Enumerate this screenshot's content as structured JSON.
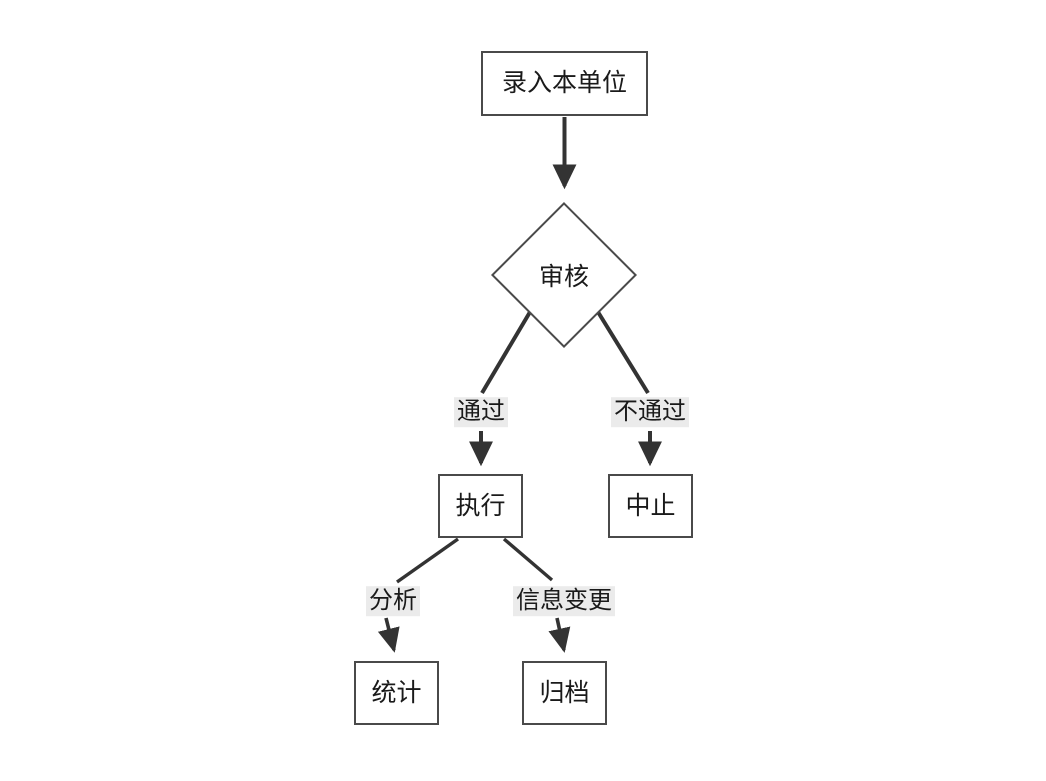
{
  "diagram": {
    "type": "flowchart",
    "direction": "top-down",
    "background_color": "#ffffff",
    "node_border_color": "#4a4a4a",
    "edge_color": "#333333",
    "edge_label_background": "#ebebeb",
    "text_color": "#1a1a1a",
    "nodes": [
      {
        "id": "entry",
        "label": "录入本单位",
        "shape": "rectangle"
      },
      {
        "id": "review",
        "label": "审核",
        "shape": "diamond"
      },
      {
        "id": "execute",
        "label": "执行",
        "shape": "rectangle"
      },
      {
        "id": "abort",
        "label": "中止",
        "shape": "rectangle"
      },
      {
        "id": "stats",
        "label": "统计",
        "shape": "rectangle"
      },
      {
        "id": "archive",
        "label": "归档",
        "shape": "rectangle"
      }
    ],
    "edges": [
      {
        "from": "entry",
        "to": "review",
        "label": ""
      },
      {
        "from": "review",
        "to": "execute",
        "label": "通过"
      },
      {
        "from": "review",
        "to": "abort",
        "label": "不通过"
      },
      {
        "from": "execute",
        "to": "stats",
        "label": "分析"
      },
      {
        "from": "execute",
        "to": "archive",
        "label": "信息变更"
      }
    ]
  }
}
